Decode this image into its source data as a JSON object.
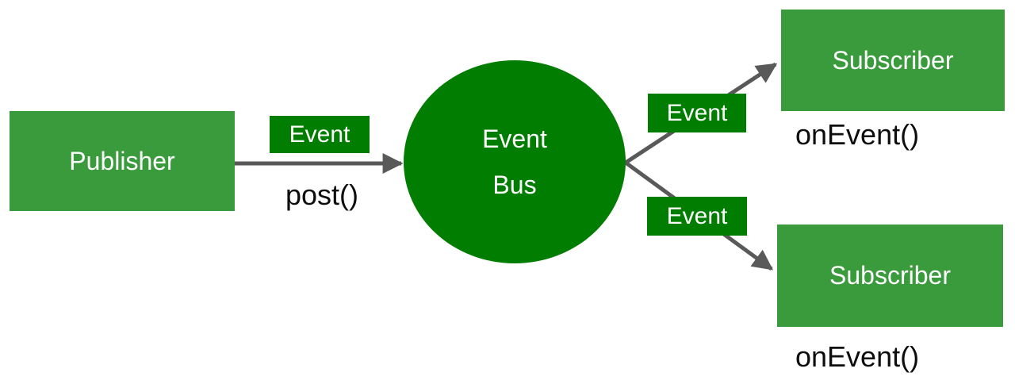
{
  "diagram": {
    "nodes": {
      "publisher": {
        "label": "Publisher"
      },
      "event_bus": {
        "line1": "Event",
        "line2": "Bus"
      },
      "subscriber_top": {
        "label": "Subscriber",
        "handler": "onEvent()"
      },
      "subscriber_bottom": {
        "label": "Subscriber",
        "handler": "onEvent()"
      }
    },
    "edges": {
      "post": {
        "label": "Event",
        "method": "post()"
      },
      "to_subscriber_top": {
        "label": "Event"
      },
      "to_subscriber_bottom": {
        "label": "Event"
      }
    },
    "colors": {
      "node_green": "#3A9B3C",
      "accent_green": "#017D01",
      "arrow_gray": "#595959",
      "code_text": "#0D0D0D"
    }
  }
}
